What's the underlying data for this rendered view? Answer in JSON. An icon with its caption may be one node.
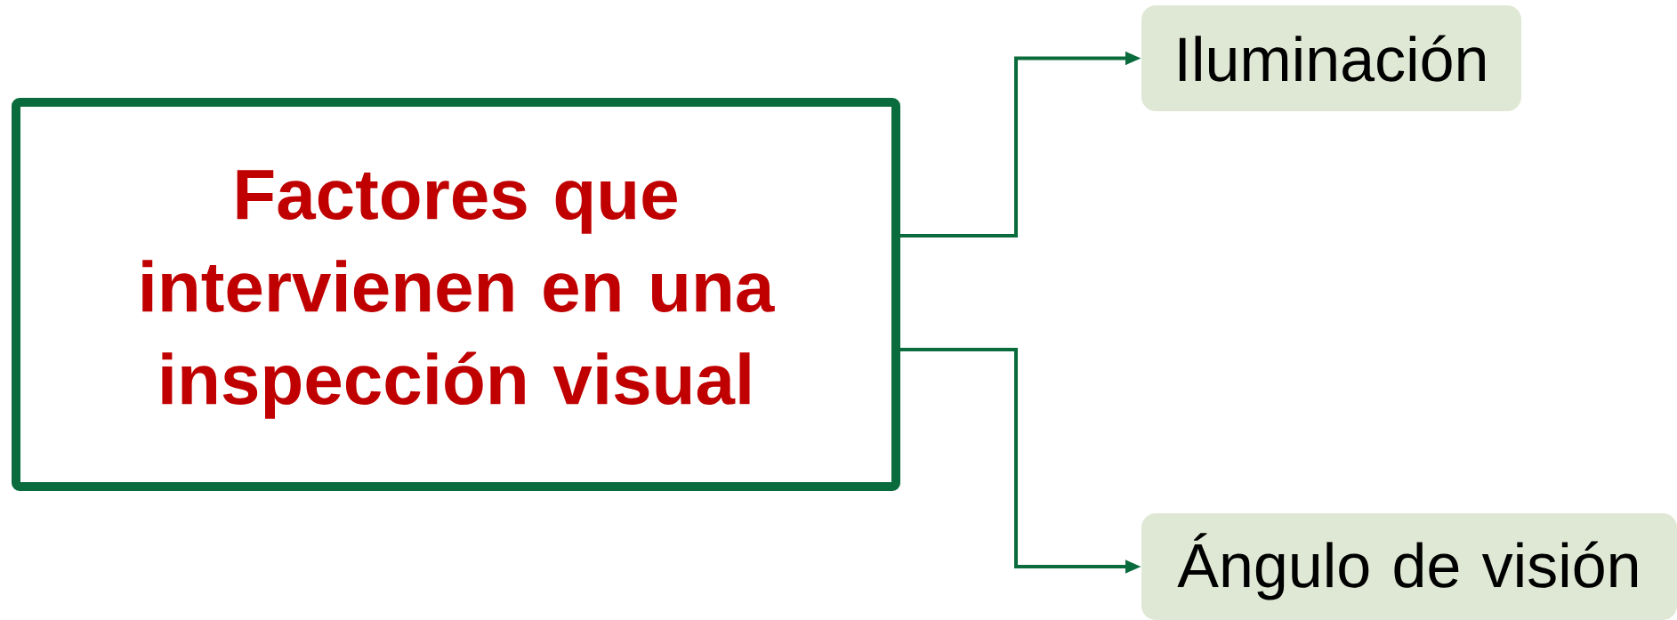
{
  "diagram": {
    "nodes": [
      {
        "text": [
          "Factores que intervienen en una inspección visual"
        ]
      },
      {
        "text": [
          "Iluminación"
        ]
      },
      {
        "text": [
          "Ángulo de visión"
        ]
      }
    ],
    "edges": [
      {
        "from": 0,
        "to": 1,
        "arrow": "to"
      },
      {
        "from": 0,
        "to": 2,
        "arrow": "to"
      }
    ]
  }
}
